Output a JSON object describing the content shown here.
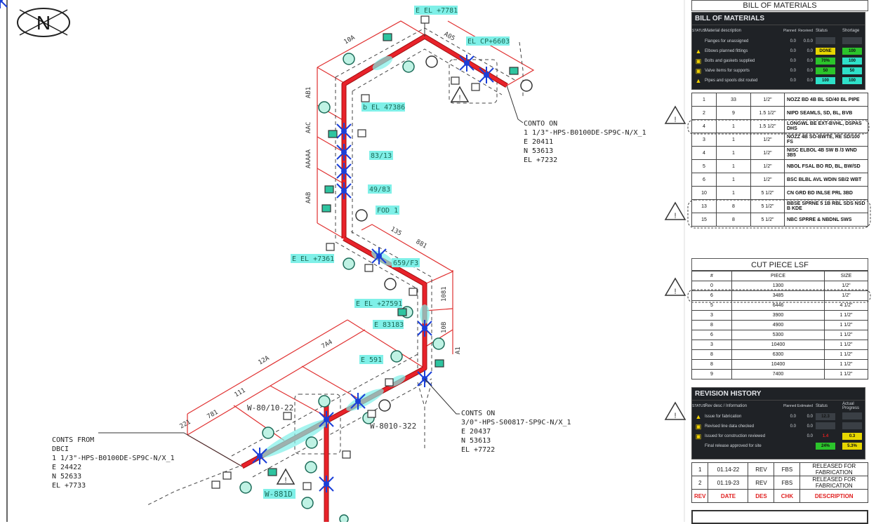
{
  "north_label": "N",
  "colors": {
    "pipe": "#e8222a",
    "dim": "#e03030",
    "valve": "#1a3fd8",
    "tag": "#2ec4a0",
    "highlight": "#7ff0e8"
  },
  "drawing": {
    "elevation_tags": [
      "E EL +7781",
      "b EL 47386",
      "E EL +7361",
      "E EL +27591",
      "E 83183",
      "E 591",
      "EL CP+6603",
      "83/13",
      "49/83",
      "FOD 1",
      "659/F3"
    ],
    "weld_labels": [
      "W-80/10-22",
      "W-8010-322",
      "W-881D"
    ],
    "dims": [
      "10A",
      "A05",
      "AB1",
      "AAC",
      "AAAAA",
      "AAB",
      "135",
      "881",
      "1081",
      "10B",
      "A1",
      "7A4",
      "12A",
      "111",
      "781",
      "221"
    ],
    "conts_top": [
      "CONTO ON",
      "1 1/3\"-HPS-B0100DE-SP9C-N/X_1",
      "E 20411",
      "N 53613",
      "EL +7232"
    ],
    "conts_mid": [
      "CONTS ON",
      "3/0\"-HPS-S00817-SP9C-N/X_1",
      "E 20437",
      "N 53613",
      "EL +7722"
    ],
    "conts_from": [
      "CONTS FROM",
      "DBCI",
      "1 1/3\"-HPS-B0100DE-SP9C-N/X_1",
      "E 24422",
      "N 52633",
      "EL +7733"
    ],
    "warning_symbol": "!"
  },
  "bom": {
    "title": "BILL OF MATERIALS",
    "dark_title": "BILL OF MATERIALS",
    "headers": [
      "STATUS",
      "Material description",
      "Planned",
      "Received",
      "Status",
      "Shortage"
    ],
    "rows": [
      {
        "icon": "",
        "desc": "Flanges for unassigned",
        "a": "0.0",
        "b": "0.0.0",
        "s": "",
        "sc": "#3a3f45",
        "t": "",
        "tc": "#3a3f45"
      },
      {
        "icon": "▲",
        "desc": "Elbows planned fittings",
        "a": "0.0",
        "b": "0.0",
        "s": "DONE",
        "sc": "#e6d600",
        "t": "100",
        "tc": "#2bc42b"
      },
      {
        "icon": "▣",
        "desc": "Bolts and gaskets supplied",
        "a": "0.0",
        "b": "0.0",
        "s": "70%",
        "sc": "#2bc42b",
        "t": "100",
        "tc": "#2ee0c8"
      },
      {
        "icon": "▣",
        "desc": "Valve items for supports",
        "a": "0.0",
        "b": "0.0",
        "s": "50",
        "sc": "#2bc42b",
        "t": "50",
        "tc": "#2ee0c8"
      },
      {
        "icon": "▲",
        "desc": "Pipes and spools dist routed",
        "a": "0.0",
        "b": "0.0",
        "s": "100",
        "sc": "#2ee0c8",
        "t": "100",
        "tc": "#2ee0c8"
      }
    ],
    "table": [
      [
        "1",
        "33",
        "1/2\"",
        "NOZZ BD 4B BL SD/40 BL PIPE"
      ],
      [
        "2",
        "9",
        "1.5 1/2\"",
        "NIPD SEAMLS, SD, BL, BVB"
      ],
      [
        "4",
        "1",
        "1.5 1/2\"",
        "LONGWL BE EXT-BVHL, DSPAS DHS"
      ],
      [
        "3",
        "1",
        "1/2\"",
        "NOZZ 4B SO-BWTE, RE SD/100 FS"
      ],
      [
        "4",
        "1",
        "1/2\"",
        "NISC ELBOL 4B SW B /3 WND 3B5"
      ],
      [
        "5",
        "1",
        "1/2\"",
        "NBOL FSAL BO RD, BL, BW/SD"
      ],
      [
        "6",
        "1",
        "1/2\"",
        "BSC BLBL AVL WDIN SB/2 WBT"
      ],
      [
        "10",
        "1",
        "5 1/2\"",
        "CN GRD BD INLSE PRL 3BD"
      ],
      [
        "13",
        "8",
        "5 1/2\"",
        "BBSE SPRNE 5 1B RBL SDS NSD B KDE"
      ],
      [
        "15",
        "8",
        "5 1/2\"",
        "NBC SPRRE & NBDNL SWS"
      ]
    ]
  },
  "cut_piece": {
    "title": "CUT PIECE LSF",
    "headers": [
      "#",
      "PIECE",
      "SIZE"
    ],
    "rows": [
      [
        "0",
        "1300",
        "1/2\""
      ],
      [
        "6",
        "3485",
        "1/2\""
      ],
      [
        "5",
        "6446",
        "4 1/2\""
      ],
      [
        "3",
        "3900",
        "1 1/2\""
      ],
      [
        "8",
        "4900",
        "1 1/2\""
      ],
      [
        "6",
        "5300",
        "1 1/2\""
      ],
      [
        "3",
        "10400",
        "1 1/2\""
      ],
      [
        "8",
        "6300",
        "1 1/2\""
      ],
      [
        "8",
        "10400",
        "1 1/2\""
      ],
      [
        "9",
        "7400",
        "1 1/2\""
      ]
    ]
  },
  "revision": {
    "dark_title": "REVISION HISTORY",
    "headers": [
      "STATUS",
      "Rev desc / Information",
      "Planned",
      "Estimated",
      "Status",
      "Actual Progress"
    ],
    "rows": [
      {
        "icon": "▲",
        "desc": "Issue for fabrication",
        "a": "0.0",
        "b": "0.0",
        "s": "12.3",
        "sc": "#3a3f45",
        "t": "",
        "tc": "#3a3f45"
      },
      {
        "icon": "▣",
        "desc": "Revised line data checked",
        "a": "0.0",
        "b": "0.0",
        "s": "",
        "sc": "#3a3f45",
        "t": "",
        "tc": "#3a3f45"
      },
      {
        "icon": "▣",
        "desc": "Issued for construction reviewed",
        "a": "",
        "b": "0.0",
        "s": "1.4",
        "sc": "none",
        "t": "0.3",
        "tc": "#e6d600"
      },
      {
        "icon": "",
        "desc": "Final release approved for site",
        "a": "",
        "b": "",
        "s": "24%",
        "sc": "#2bc42b",
        "t": "5.3%",
        "tc": "#e6d600"
      }
    ],
    "table": [
      [
        "1",
        "01.14-22",
        "REV",
        "FBS",
        "RELEASED FOR FABRICATION"
      ],
      [
        "2",
        "01.19-23",
        "REV",
        "FBS",
        "RELEASED FOR FABRICATION"
      ]
    ],
    "header_row": [
      "REV",
      "DATE",
      "DES",
      "CHK",
      "DESCRIPTION"
    ]
  }
}
